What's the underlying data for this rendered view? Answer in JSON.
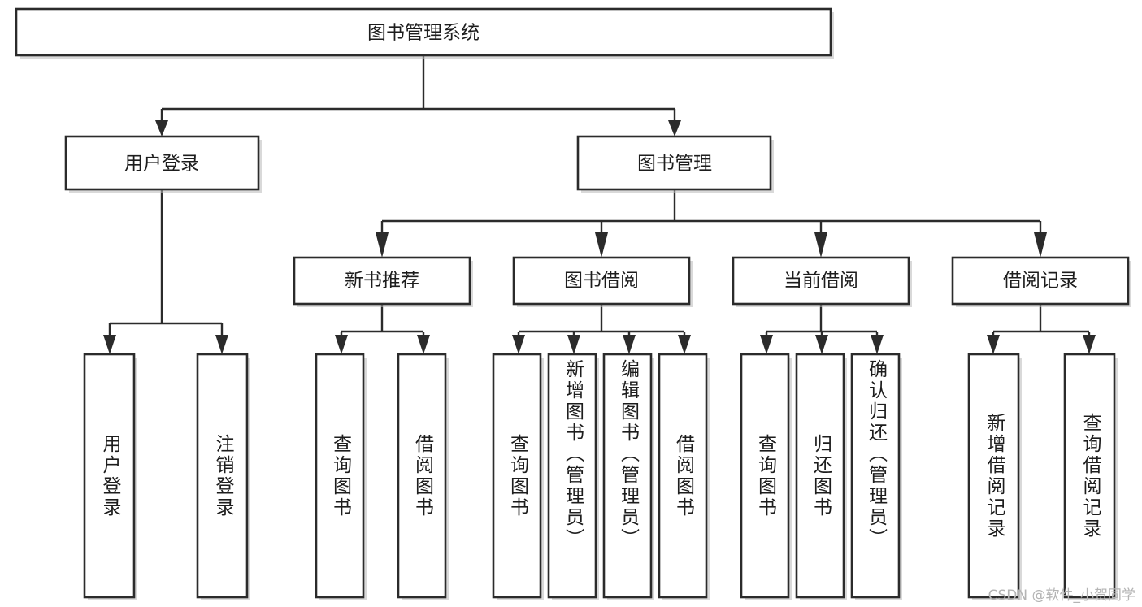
{
  "diagram": {
    "title": "图书管理系统",
    "type": "tree",
    "watermark": "CSDN @软件_小贺同学",
    "colors": {
      "box_fill": "#ffffff",
      "box_stroke": "#2b2b2b",
      "edge": "#2b2b2b",
      "text": "#1d1d1d",
      "watermark": "#b4b4b4",
      "background": "#ffffff"
    },
    "nodes": {
      "root": {
        "label": "图书管理系统"
      },
      "level2": [
        {
          "id": "user-login",
          "label": "用户登录"
        },
        {
          "id": "book-manage",
          "label": "图书管理"
        }
      ],
      "level3": [
        {
          "id": "new-book-recommend",
          "label": "新书推荐"
        },
        {
          "id": "book-borrow",
          "label": "图书借阅"
        },
        {
          "id": "current-borrow",
          "label": "当前借阅"
        },
        {
          "id": "borrow-record",
          "label": "借阅记录"
        }
      ],
      "leaves": [
        {
          "id": "leaf-user-login",
          "label": "用户登录",
          "parent": "user-login"
        },
        {
          "id": "leaf-logout-login",
          "label": "注销登录",
          "parent": "user-login"
        },
        {
          "id": "leaf-query-book-1",
          "label": "查询图书",
          "parent": "new-book-recommend"
        },
        {
          "id": "leaf-borrow-book-1",
          "label": "借阅图书",
          "parent": "new-book-recommend"
        },
        {
          "id": "leaf-query-book-2",
          "label": "查询图书",
          "parent": "book-borrow"
        },
        {
          "id": "leaf-add-book",
          "label": "新增图书（管理员）",
          "parent": "book-borrow"
        },
        {
          "id": "leaf-edit-book",
          "label": "编辑图书（管理员）",
          "parent": "book-borrow"
        },
        {
          "id": "leaf-borrow-book-2",
          "label": "借阅图书",
          "parent": "book-borrow"
        },
        {
          "id": "leaf-query-book-3",
          "label": "查询图书",
          "parent": "current-borrow"
        },
        {
          "id": "leaf-return-book",
          "label": "归还图书",
          "parent": "current-borrow"
        },
        {
          "id": "leaf-confirm-return",
          "label": "确认归还（管理员）",
          "parent": "current-borrow"
        },
        {
          "id": "leaf-add-record",
          "label": "新增借阅记录",
          "parent": "borrow-record"
        },
        {
          "id": "leaf-query-record",
          "label": "查询借阅记录",
          "parent": "borrow-record"
        }
      ]
    }
  }
}
